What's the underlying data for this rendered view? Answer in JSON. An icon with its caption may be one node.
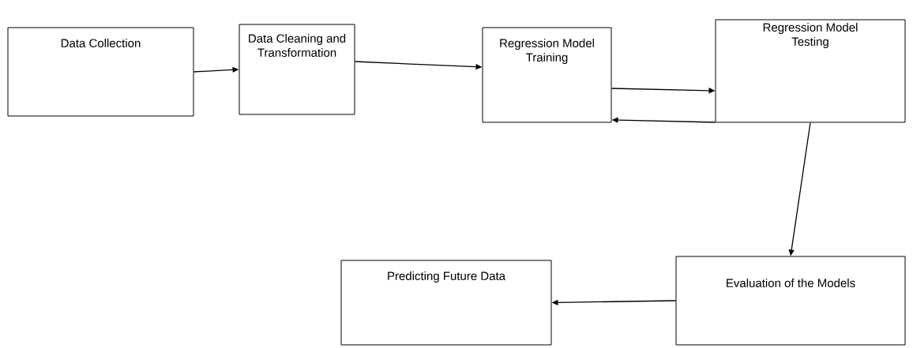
{
  "diagram": {
    "nodes": [
      {
        "text": [
          "Data Collection"
        ]
      },
      {
        "text": [
          "Data Cleaning and Transformation"
        ]
      },
      {
        "text": [
          "Regression Model Training"
        ]
      },
      {
        "text": [
          "Regression Model Testing"
        ]
      },
      {
        "text": [
          "Evaluation of the Models"
        ]
      },
      {
        "text": [
          "Predicting Future Data"
        ]
      }
    ],
    "edges": [
      {
        "from": 0,
        "to": 1,
        "arrow": "to"
      },
      {
        "from": 1,
        "to": 2,
        "arrow": "to"
      },
      {
        "from": 2,
        "to": 3,
        "arrow": "to"
      },
      {
        "from": 3,
        "to": 2,
        "arrow": "to"
      },
      {
        "from": 3,
        "to": 4,
        "arrow": "to"
      },
      {
        "from": 4,
        "to": 5,
        "arrow": "to"
      }
    ]
  }
}
